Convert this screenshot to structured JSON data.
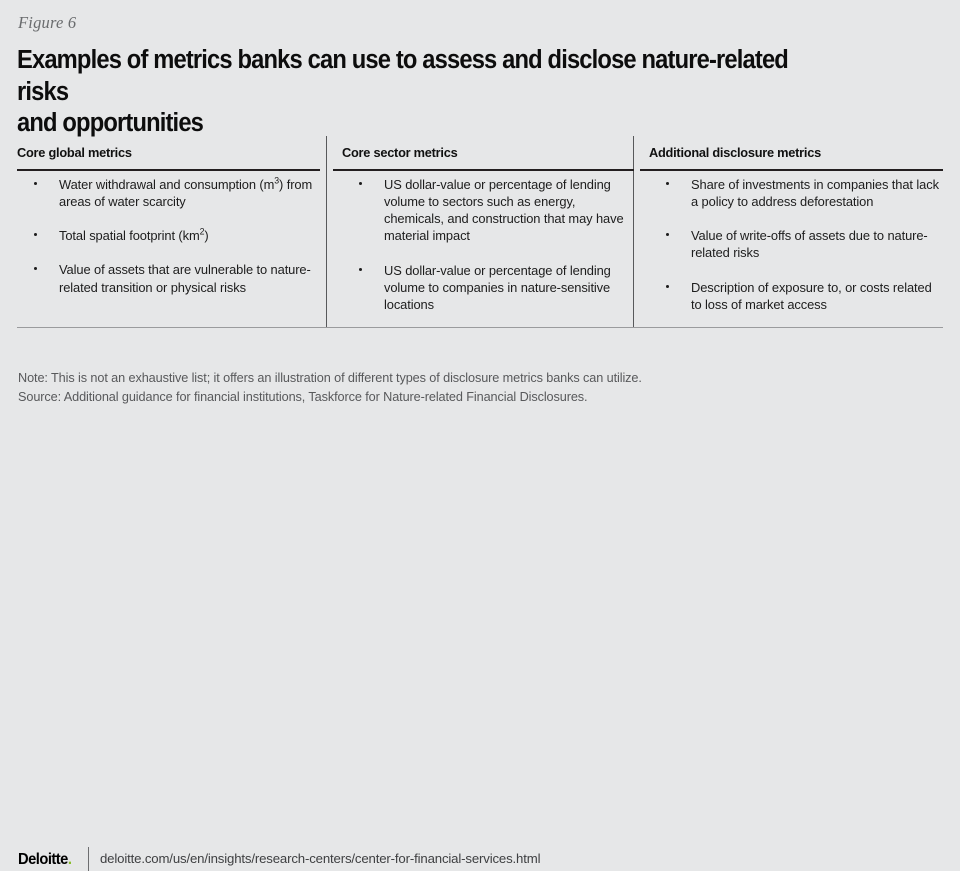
{
  "figure": {
    "label": "Figure 6",
    "title_line1": "Examples of metrics banks can use to assess and disclose nature-related risks",
    "title_line2": "and opportunities"
  },
  "colors": {
    "background": "#e6e7e8",
    "rule_dark": "#231f20",
    "rule_light": "#9a9b9d",
    "divider": "#58595b",
    "text": "#1d1d1d",
    "muted_text": "#58595b",
    "brand_green": "#86bc25"
  },
  "table": {
    "columns": [
      {
        "header": "Core global metrics",
        "items": [
          "Water withdrawal and consumption (m³) from areas of water scarcity",
          "Total spatial footprint (km²)",
          "Value of assets that are vulnerable to nature-related transition or physical risks"
        ]
      },
      {
        "header": "Core sector metrics",
        "items": [
          "US dollar-value or percentage of lending volume to sectors such as energy, chemicals, and construction that may have material impact",
          "US dollar-value or percentage of lending volume to companies in nature-sensitive locations"
        ]
      },
      {
        "header": "Additional disclosure metrics",
        "items": [
          "Share of investments in companies that lack a policy to address deforestation",
          "Value of write-offs of assets due to nature-related risks",
          "Description of exposure to, or costs related to loss of market access"
        ]
      }
    ]
  },
  "notes": {
    "note": "Note: This is not an exhaustive list; it offers an illustration of different types of disclosure metrics banks can utilize.",
    "source": "Source: Additional guidance for financial institutions, Taskforce for Nature-related Financial Disclosures."
  },
  "footer": {
    "logo_text": "Deloitte",
    "logo_dot": ".",
    "url": "deloitte.com/us/en/insights/research-centers/center-for-financial-services.html"
  }
}
